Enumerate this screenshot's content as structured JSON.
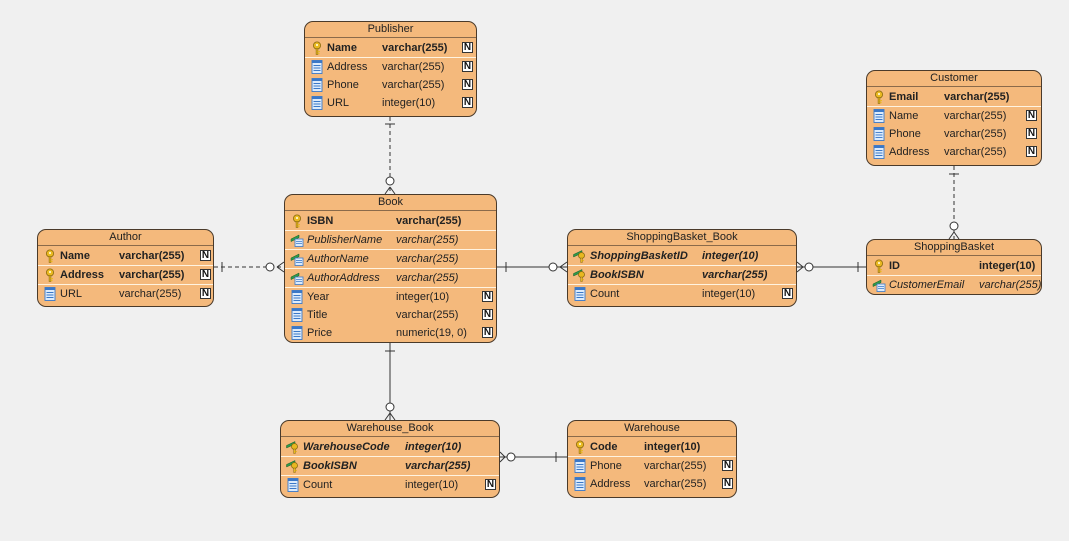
{
  "entities": {
    "publisher": {
      "name": "Publisher",
      "columns": [
        {
          "name": "Name",
          "type": "varchar(255)",
          "key": "pk",
          "nullable": "N"
        },
        {
          "name": "Address",
          "type": "varchar(255)",
          "key": "none",
          "nullable": "N"
        },
        {
          "name": "Phone",
          "type": "varchar(255)",
          "key": "none",
          "nullable": "N"
        },
        {
          "name": "URL",
          "type": "integer(10)",
          "key": "none",
          "nullable": "N"
        }
      ]
    },
    "customer": {
      "name": "Customer",
      "columns": [
        {
          "name": "Email",
          "type": "varchar(255)",
          "key": "pk",
          "nullable": ""
        },
        {
          "name": "Name",
          "type": "varchar(255)",
          "key": "none",
          "nullable": "N"
        },
        {
          "name": "Phone",
          "type": "varchar(255)",
          "key": "none",
          "nullable": "N"
        },
        {
          "name": "Address",
          "type": "varchar(255)",
          "key": "none",
          "nullable": "N"
        }
      ]
    },
    "author": {
      "name": "Author",
      "columns": [
        {
          "name": "Name",
          "type": "varchar(255)",
          "key": "pk",
          "nullable": "N"
        },
        {
          "name": "Address",
          "type": "varchar(255)",
          "key": "pk",
          "nullable": "N"
        },
        {
          "name": "URL",
          "type": "varchar(255)",
          "key": "none",
          "nullable": "N"
        }
      ]
    },
    "book": {
      "name": "Book",
      "columns": [
        {
          "name": "ISBN",
          "type": "varchar(255)",
          "key": "pk",
          "nullable": ""
        },
        {
          "name": "PublisherName",
          "type": "varchar(255)",
          "key": "fk",
          "nullable": ""
        },
        {
          "name": "AuthorName",
          "type": "varchar(255)",
          "key": "fk",
          "nullable": ""
        },
        {
          "name": "AuthorAddress",
          "type": "varchar(255)",
          "key": "fk",
          "nullable": ""
        },
        {
          "name": "Year",
          "type": "integer(10)",
          "key": "none",
          "nullable": "N"
        },
        {
          "name": "Title",
          "type": "varchar(255)",
          "key": "none",
          "nullable": "N"
        },
        {
          "name": "Price",
          "type": "numeric(19, 0)",
          "key": "none",
          "nullable": "N"
        }
      ]
    },
    "shoppingbasket_book": {
      "name": "ShoppingBasket_Book",
      "columns": [
        {
          "name": "ShoppingBasketID",
          "type": "integer(10)",
          "key": "pkfk",
          "nullable": ""
        },
        {
          "name": "BookISBN",
          "type": "varchar(255)",
          "key": "pkfk",
          "nullable": ""
        },
        {
          "name": "Count",
          "type": "integer(10)",
          "key": "none",
          "nullable": "N"
        }
      ]
    },
    "shoppingbasket": {
      "name": "ShoppingBasket",
      "columns": [
        {
          "name": "ID",
          "type": "integer(10)",
          "key": "pk",
          "nullable": ""
        },
        {
          "name": "CustomerEmail",
          "type": "varchar(255)",
          "key": "fk",
          "nullable": ""
        }
      ]
    },
    "warehouse_book": {
      "name": "Warehouse_Book",
      "columns": [
        {
          "name": "WarehouseCode",
          "type": "integer(10)",
          "key": "pkfk",
          "nullable": ""
        },
        {
          "name": "BookISBN",
          "type": "varchar(255)",
          "key": "pkfk",
          "nullable": ""
        },
        {
          "name": "Count",
          "type": "integer(10)",
          "key": "none",
          "nullable": "N"
        }
      ]
    },
    "warehouse": {
      "name": "Warehouse",
      "columns": [
        {
          "name": "Code",
          "type": "integer(10)",
          "key": "pk",
          "nullable": ""
        },
        {
          "name": "Phone",
          "type": "varchar(255)",
          "key": "none",
          "nullable": "N"
        },
        {
          "name": "Address",
          "type": "varchar(255)",
          "key": "none",
          "nullable": "N"
        }
      ]
    }
  },
  "relationships": [
    {
      "from": "publisher",
      "to": "book",
      "style": "dashed",
      "cardinality": "one-to-zero-or-many"
    },
    {
      "from": "author",
      "to": "book",
      "style": "dashed",
      "cardinality": "one-to-zero-or-many"
    },
    {
      "from": "book",
      "to": "shoppingbasket_book",
      "style": "solid",
      "cardinality": "one-to-zero-or-many"
    },
    {
      "from": "shoppingbasket",
      "to": "shoppingbasket_book",
      "style": "solid",
      "cardinality": "one-to-zero-or-many"
    },
    {
      "from": "customer",
      "to": "shoppingbasket",
      "style": "dashed",
      "cardinality": "one-to-zero-or-many"
    },
    {
      "from": "book",
      "to": "warehouse_book",
      "style": "solid",
      "cardinality": "one-to-zero-or-many"
    },
    {
      "from": "warehouse",
      "to": "warehouse_book",
      "style": "solid",
      "cardinality": "one-to-zero-or-many"
    }
  ],
  "colors": {
    "entity_fill": "#f4b97c",
    "entity_border": "#4a3a2a",
    "background": "#f0f0f0",
    "key_gold": "#e8b820",
    "fk_green": "#2e9a4a",
    "column_blue": "#3a78c8"
  },
  "icons": {
    "pk": "primary-key-icon",
    "fk": "foreign-key-icon",
    "pkfk": "primary-foreign-key-icon",
    "none": "column-icon"
  }
}
